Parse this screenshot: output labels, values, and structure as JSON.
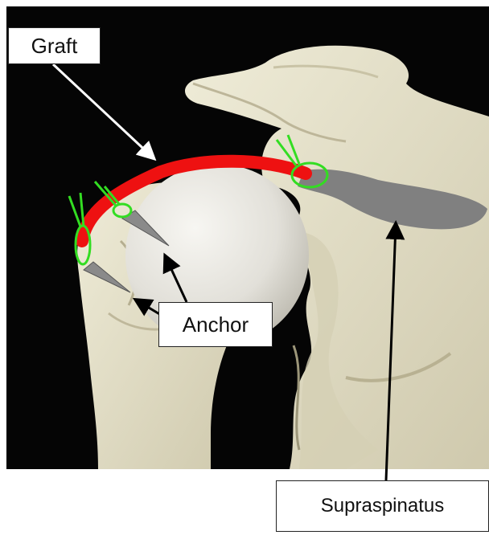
{
  "labels": {
    "graft": "Graft",
    "anchor": "Anchor",
    "supraspinatus": "Supraspinatus"
  },
  "colors": {
    "background": "#050505",
    "bone": "#e5e1cb",
    "bone_shadow": "#b9b397",
    "humeral_head": "#e6e4de",
    "graft": "#ee1111",
    "suture": "#33dd22",
    "tendon": "#808080",
    "anchor": "#8a8a8a"
  }
}
